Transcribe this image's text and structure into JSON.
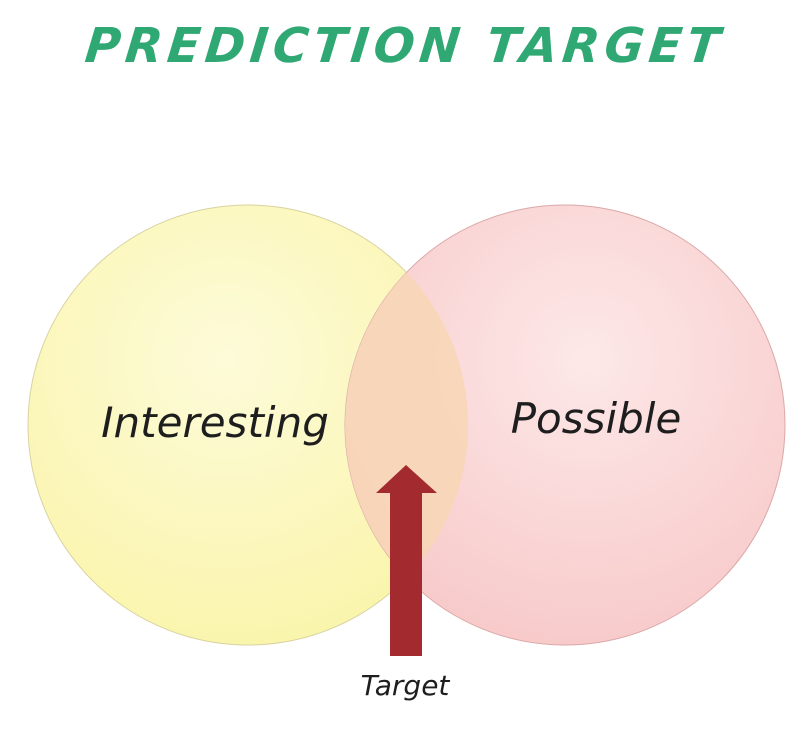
{
  "title": "PREDICTION TARGET",
  "venn": {
    "left_label": "Interesting",
    "right_label": "Possible",
    "arrow_label": "Target"
  },
  "colors": {
    "title": "#2fa874",
    "left_circle": "#fbf6b8",
    "right_circle": "#f8cfcf",
    "arrow": "#a32a2e",
    "text": "#1e1e1e"
  }
}
